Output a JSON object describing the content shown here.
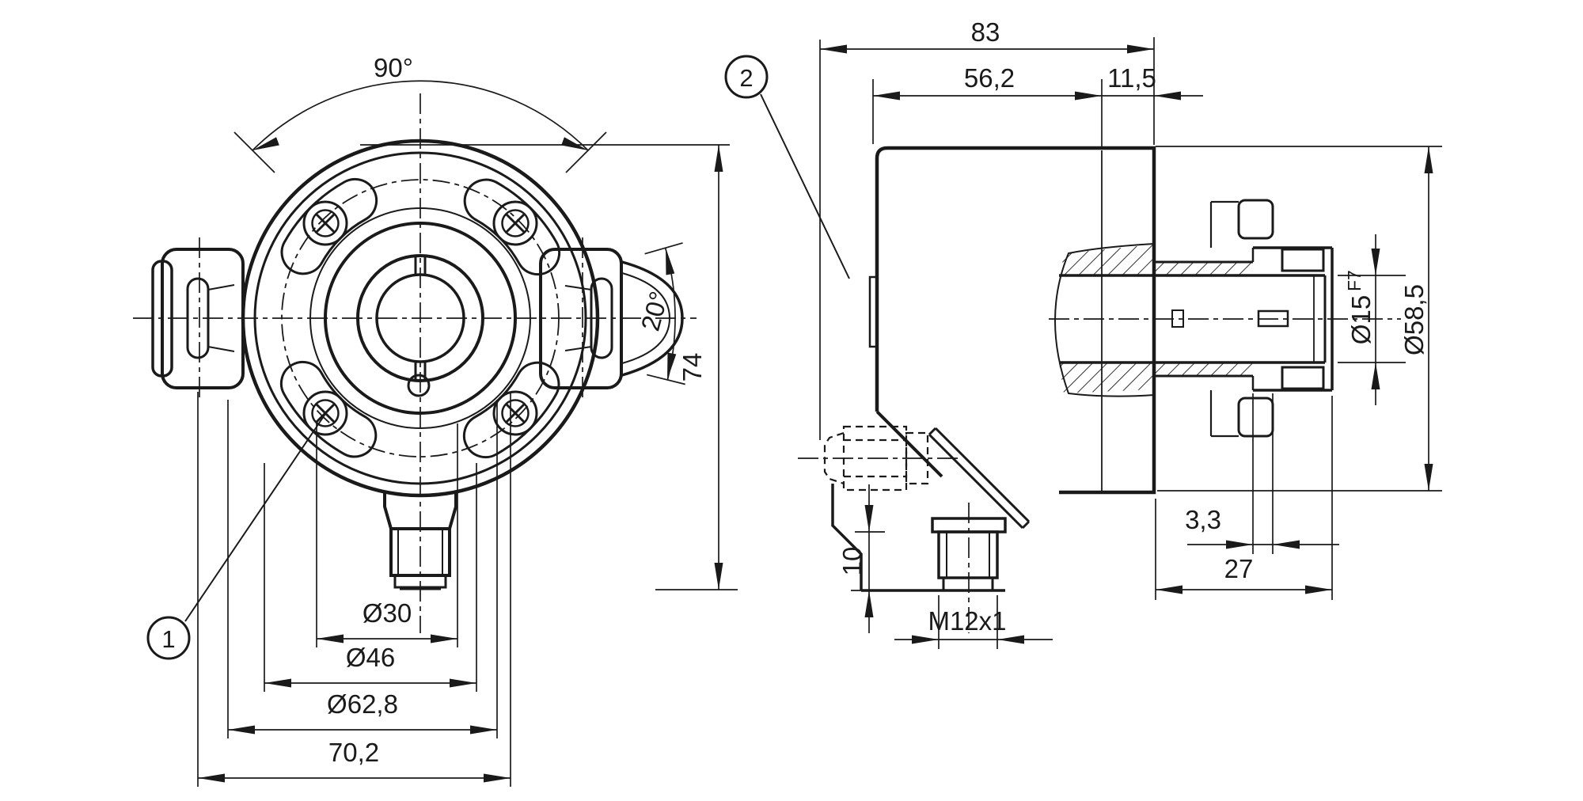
{
  "drawing_title": "encoder-dimensional-drawing",
  "colors": {
    "line": "#1a1a1a",
    "background": "#ffffff"
  },
  "front_view": {
    "callout": "1",
    "dims": {
      "angle_90": "90°",
      "angle_20": "20°",
      "height_74": "74",
      "dia_30": "Ø30",
      "dia_46": "Ø46",
      "dia_62_8": "Ø62,8",
      "width_70_2": "70,2"
    }
  },
  "side_view": {
    "callout": "2",
    "dims": {
      "len_83": "83",
      "len_56_2": "56,2",
      "len_11_5": "11,5",
      "bore_dia": "Ø15",
      "bore_tol": "F7",
      "dia_58_5": "Ø58,5",
      "gap_3_3": "3,3",
      "depth_27": "27",
      "len_10": "10",
      "thread": "M12x1"
    }
  }
}
